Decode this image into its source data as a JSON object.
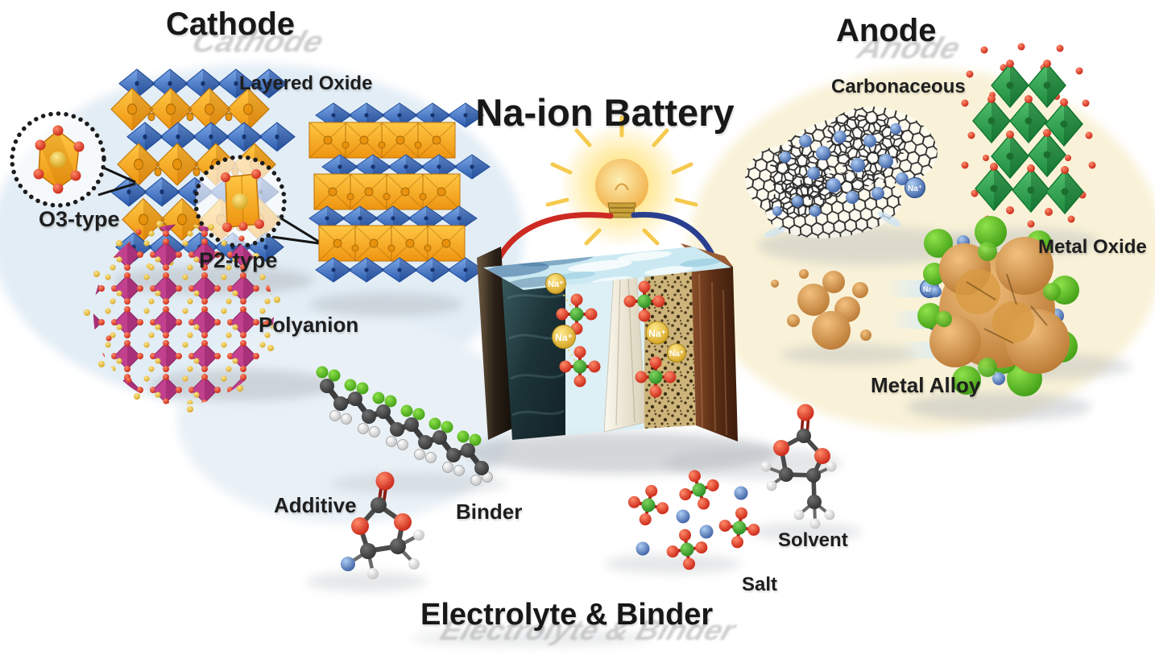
{
  "figure": {
    "main_title": "Na-ion Battery",
    "cathode": {
      "title": "Cathode",
      "layered_oxide_label": "Layered Oxide",
      "o3_label": "O3-type",
      "p2_label": "P2-type",
      "polyanion_label": "Polyanion"
    },
    "anode": {
      "title": "Anode",
      "carbonaceous_label": "Carbonaceous",
      "metal_oxide_label": "Metal Oxide",
      "metal_alloy_label": "Metal Alloy"
    },
    "electrolyte": {
      "title": "Electrolyte & Binder",
      "additive_label": "Additive",
      "binder_label": "Binder",
      "salt_label": "Salt",
      "solvent_label": "Solvent"
    },
    "ion_label": "Na⁺"
  },
  "colors": {
    "layered_blue": "#3f6fc0",
    "layered_orange": "#f6a11c",
    "oxygen_red": "#d8281a",
    "sodium_yellow": "#f2c12e",
    "polyanion_magenta": "#c2418f",
    "metal_oxide_green": "#2f9e4e",
    "carbon_gray": "#3d3d3d",
    "fluorine_green": "#58c21a",
    "sodium_blue": "#3a66b5",
    "salt_green": "#35a82c",
    "alloy_orange": "#d0883a",
    "wire_red": "#cc2a22",
    "wire_blue": "#2a3f8f",
    "cathode_tint": "#e2edf5",
    "anode_tint": "#f9f2d8"
  }
}
